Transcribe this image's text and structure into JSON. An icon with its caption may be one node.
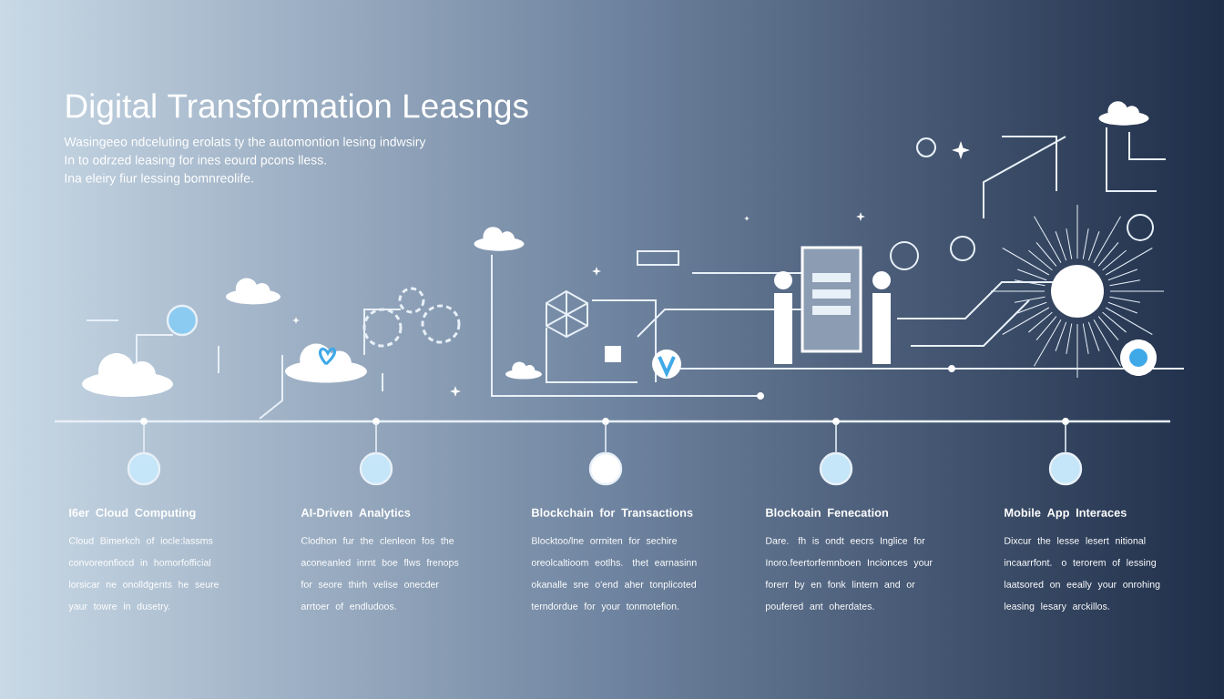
{
  "diagram": {
    "title": "Digital Transformation Leasngs",
    "nodes": [
      {
        "text": [],
        "shape": "bar"
      },
      {
        "text": [],
        "shape": "circle"
      },
      {
        "text": [],
        "shape": "circle"
      },
      {
        "text": [],
        "shape": "circle"
      },
      {
        "text": [],
        "shape": "circle"
      },
      {
        "text": [],
        "shape": "circle"
      },
      {
        "text": [
          "I6er Cloud Computing",
          "Cloud Bimerkch of iocle:lassms convoreonfiocd in homorfofficial lorsicar ne onolldgents he seure yaur towre in dusetry."
        ]
      },
      {
        "text": [
          "AI-Driven Analytics",
          "Clodhon fur the clenleon fos the aconeanled inrnt boe flws frenops for seore thirh velise onecder arrtoer of endludoos."
        ]
      },
      {
        "text": [
          "Blockchain for Transactions",
          "Blocktoo/lne orrniten for sechire oreolcaltioom eotlhs. thet earnasinn okanalle sne o'end aher tonplicoted terndordue for your tonmotefion."
        ]
      },
      {
        "text": [
          "Blockoain Fenecation",
          "Dare. fh is ondt eecrs Inglice for Inoro.feertorfemnboen Incionces your forerr by en fonk lintern and or poufered ant oherdates."
        ]
      },
      {
        "text": [
          "Mobile App Interaces",
          "Dixcur the lesse lesert nitional incaarrfont. o terorem of lessing laatsored on eeally your onrohing leasing lesary arckillos."
        ]
      }
    ],
    "edges": [
      {
        "from": 0,
        "to": 1,
        "arrow": "none"
      },
      {
        "from": 0,
        "to": 2,
        "arrow": "none"
      },
      {
        "from": 0,
        "to": 3,
        "arrow": "none"
      },
      {
        "from": 0,
        "to": 4,
        "arrow": "none"
      },
      {
        "from": 0,
        "to": 5,
        "arrow": "none"
      }
    ],
    "labels": [
      "Wasingeeo ndceluting erolats ty the automontion lesing indwsiry",
      "In to odrzed leasing for ines eourd pcons lless.",
      "Ina eleiry fiur lessing bomnreolife."
    ]
  }
}
